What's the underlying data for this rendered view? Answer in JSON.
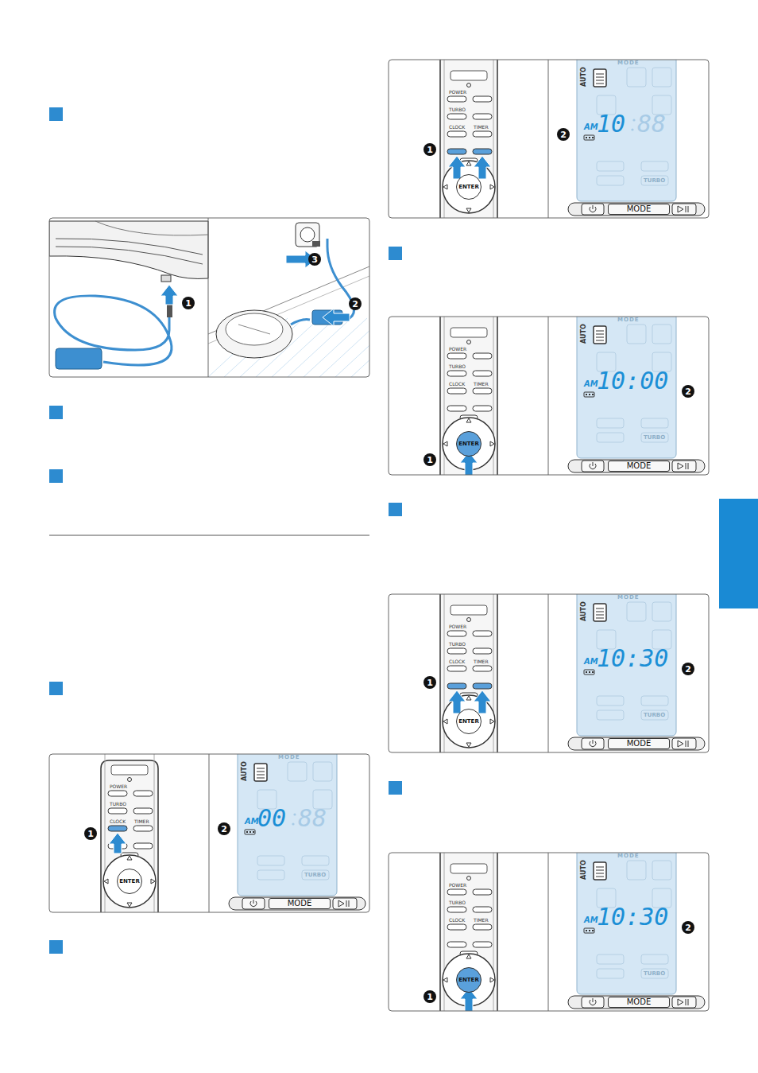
{
  "diagram": {
    "nodes": [
      {
        "text": [
          "ENTER"
        ]
      },
      {
        "text": [
          "MODE"
        ]
      },
      {
        "text": [
          "ENTER"
        ]
      },
      {
        "text": [
          "MODE"
        ]
      },
      {
        "text": [
          "ENTER"
        ]
      },
      {
        "text": [
          "MODE"
        ]
      },
      {
        "text": [
          "ENTER"
        ]
      },
      {
        "text": [
          "MODE"
        ]
      },
      {
        "text": [
          "ENTER"
        ]
      },
      {
        "text": [
          "MODE"
        ]
      }
    ],
    "labels": [
      "3",
      "1",
      "2",
      "1",
      "POWER",
      "TURBO",
      "CLOCK",
      "TIMER",
      "MODE",
      "AUTO",
      "AM",
      "00",
      "88",
      "TURBO",
      "2",
      "1",
      "POWER",
      "TURBO",
      "CLOCK",
      "TIMER",
      "MODE",
      "AUTO",
      "AM",
      "10",
      "88",
      "TURBO",
      "2",
      "1",
      "POWER",
      "TURBO",
      "CLOCK",
      "TIMER",
      "MODE",
      "AUTO",
      "AM",
      "10:00",
      "TURBO",
      "2",
      "1",
      "POWER",
      "TURBO",
      "CLOCK",
      "TIMER",
      "MODE",
      "AUTO",
      "AM",
      "10:30",
      "TURBO",
      "2",
      "1",
      "POWER",
      "TURBO",
      "CLOCK",
      "TIMER",
      "MODE",
      "AUTO",
      "AM",
      "10:30",
      "TURBO",
      "2"
    ]
  }
}
